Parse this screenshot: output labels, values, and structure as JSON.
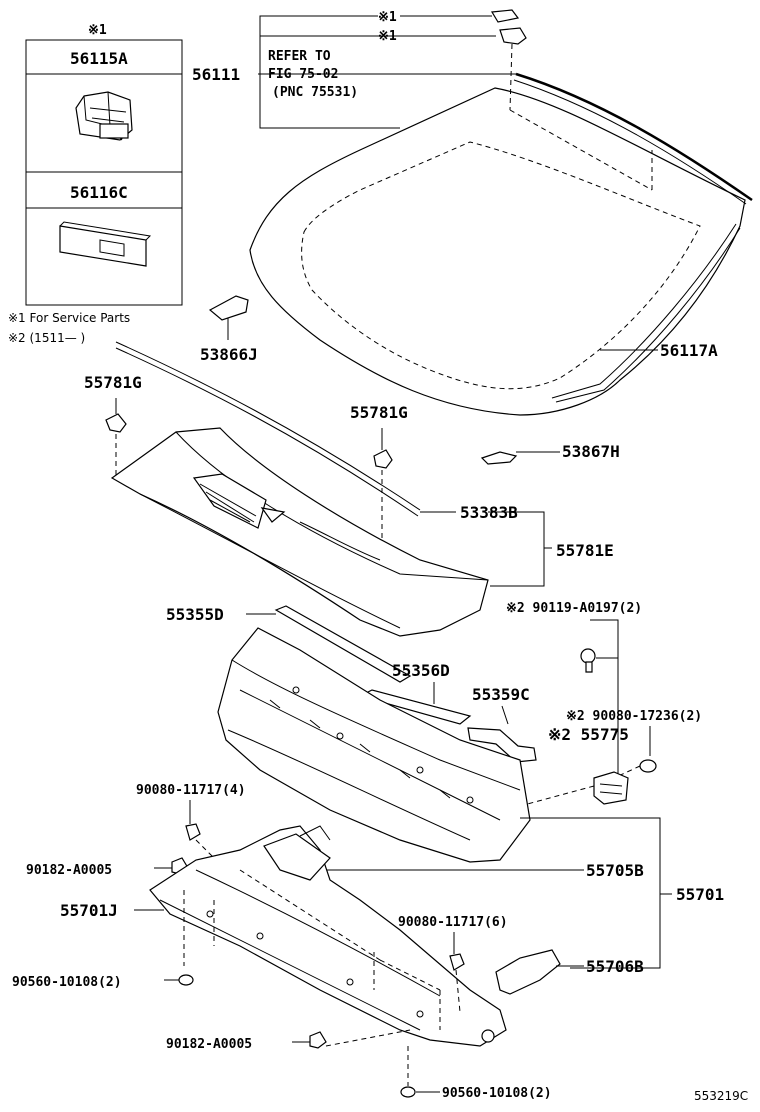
{
  "legend_box": {
    "note_mark": "※1",
    "part_a": "56115A",
    "part_b": "56116C"
  },
  "notes": {
    "service_parts": "※1 For Service Parts",
    "date_note": "※2 (1511—    )"
  },
  "refer_box": {
    "mark_top": "※1",
    "mark_bottom": "※1",
    "line1": "REFER TO",
    "line2": "FIG 75-02",
    "line3": "(PNC 75531)"
  },
  "labels": {
    "p56111": "56111",
    "p56117a": "56117A",
    "p53866j": "53866J",
    "p55781g_left": "55781G",
    "p55781g_mid": "55781G",
    "p53867h": "53867H",
    "p53383b": "53383B",
    "p55781e": "55781E",
    "p55355d": "55355D",
    "p90119": "※2 90119-A0197(2)",
    "p55356d": "55356D",
    "p55359c": "55359C",
    "p90080_17236": "※2 90080-17236(2)",
    "p55775": "※2 55775",
    "p90080_11717_4": "90080-11717(4)",
    "p90182_top": "90182-A0005",
    "p55705b": "55705B",
    "p55701": "55701",
    "p55701j": "55701J",
    "p90080_11717_6": "90080-11717(6)",
    "p90560_left": "90560-10108(2)",
    "p55706b": "55706B",
    "p90182_bottom": "90182-A0005",
    "p90560_bottom": "90560-10108(2)"
  },
  "figure_id": "553219C"
}
